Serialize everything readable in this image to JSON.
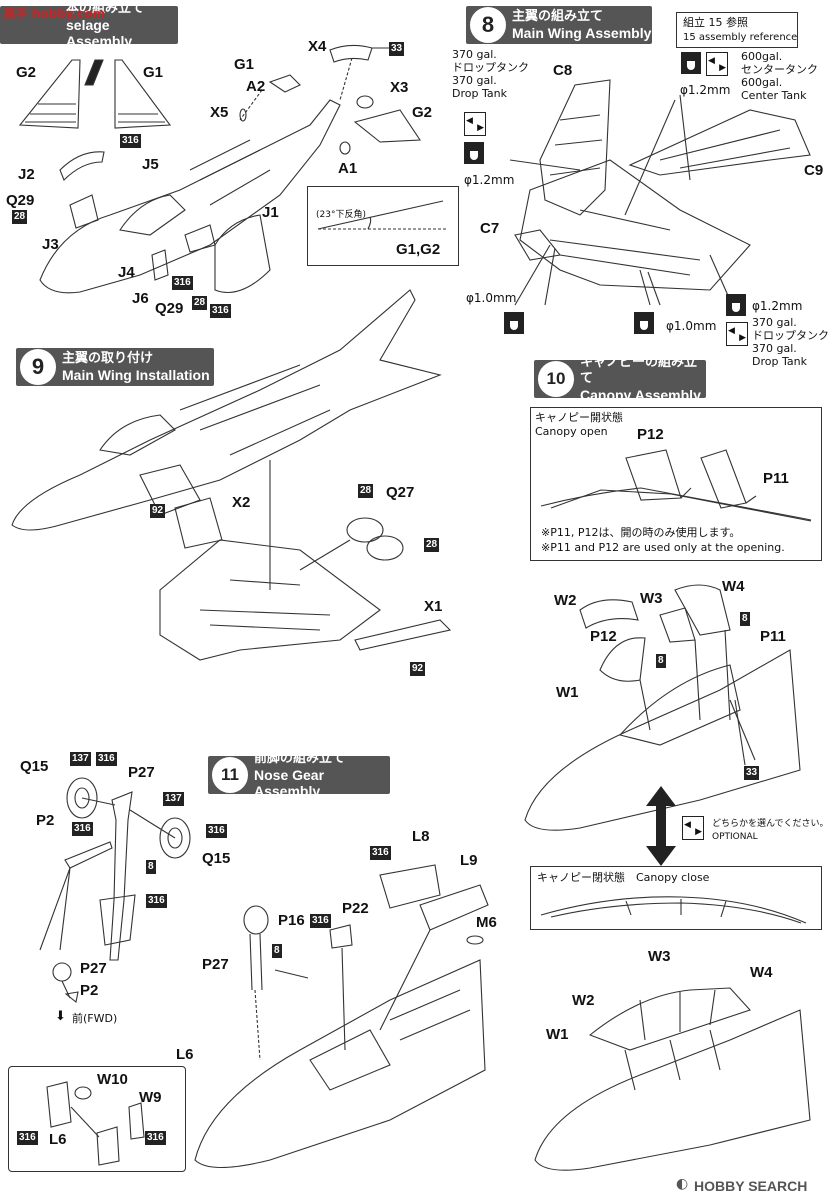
{
  "watermark_top": "高手 hobby.com",
  "watermark_bottom": "HOBBY SEARCH",
  "step7": {
    "jp": "本の組み立て",
    "en": "selage Assembly"
  },
  "step8": {
    "num": "8",
    "jp": "主翼の組み立て",
    "en": "Main Wing Assembly"
  },
  "step9": {
    "num": "9",
    "jp": "主翼の取り付け",
    "en": "Main Wing Installation"
  },
  "step10": {
    "num": "10",
    "jp": "キャノピーの組み立て",
    "en": "Canopy Assembly"
  },
  "step11": {
    "num": "11",
    "jp": "前脚の組み立て",
    "en": "Nose Gear Assembly"
  },
  "ref": {
    "line1": "組立 15 参照",
    "line2": "15 assembly reference"
  },
  "tank_left": {
    "l1": "370 gal.",
    "l2": "ドロップタンク",
    "l3": "370 gal.",
    "l4": "Drop Tank"
  },
  "tank_center": {
    "l1": "600gal.",
    "l2": "センタータンク",
    "l3": "600gal.",
    "l4": "Center Tank"
  },
  "tank_right": {
    "l1": "370 gal.",
    "l2": "ドロップタンク",
    "l3": "370 gal.",
    "l4": "Drop Tank"
  },
  "drill": {
    "d12a": "φ1.2mm",
    "d12b": "φ1.2mm",
    "d12c": "φ1.2mm",
    "d10a": "φ1.0mm",
    "d10b": "φ1.0mm"
  },
  "angle_note": "(23°下反角)",
  "canopy_open": {
    "jp": "キャノピー開状態",
    "en": "Canopy open",
    "note_jp": "※P11, P12は、開の時のみ使用します。",
    "note_en": "※P11 and P12 are used only at the opening."
  },
  "canopy_close": {
    "label": "キャノピー閉状態　Canopy close"
  },
  "optional": {
    "jp": "どちらかを選んでください。",
    "en": "OPTIONAL"
  },
  "fwd": "前(FWD)",
  "parts": {
    "G1": "G1",
    "G2": "G2",
    "X4": "X4",
    "A2": "A2",
    "X3": "X3",
    "X5": "X5",
    "A1": "A1",
    "J2": "J2",
    "J5": "J5",
    "Q29": "Q29",
    "J3": "J3",
    "J1": "J1",
    "J4": "J4",
    "J6": "J6",
    "G1G2": "G1,G2",
    "C8": "C8",
    "C9": "C9",
    "C7": "C7",
    "X2": "X2",
    "Q27": "Q27",
    "X1": "X1",
    "P12": "P12",
    "P11": "P11",
    "W4": "W4",
    "W2": "W2",
    "W3": "W3",
    "W1": "W1",
    "Q15": "Q15",
    "P27": "P27",
    "P2": "P2",
    "L8": "L8",
    "L9": "L9",
    "M6": "M6",
    "P16": "P16",
    "P22": "P22",
    "L6": "L6",
    "W10": "W10",
    "W9": "W9"
  },
  "badges": {
    "b316": "316",
    "b28": "28",
    "b33": "33",
    "b92": "92",
    "b8": "8",
    "b137": "137"
  }
}
